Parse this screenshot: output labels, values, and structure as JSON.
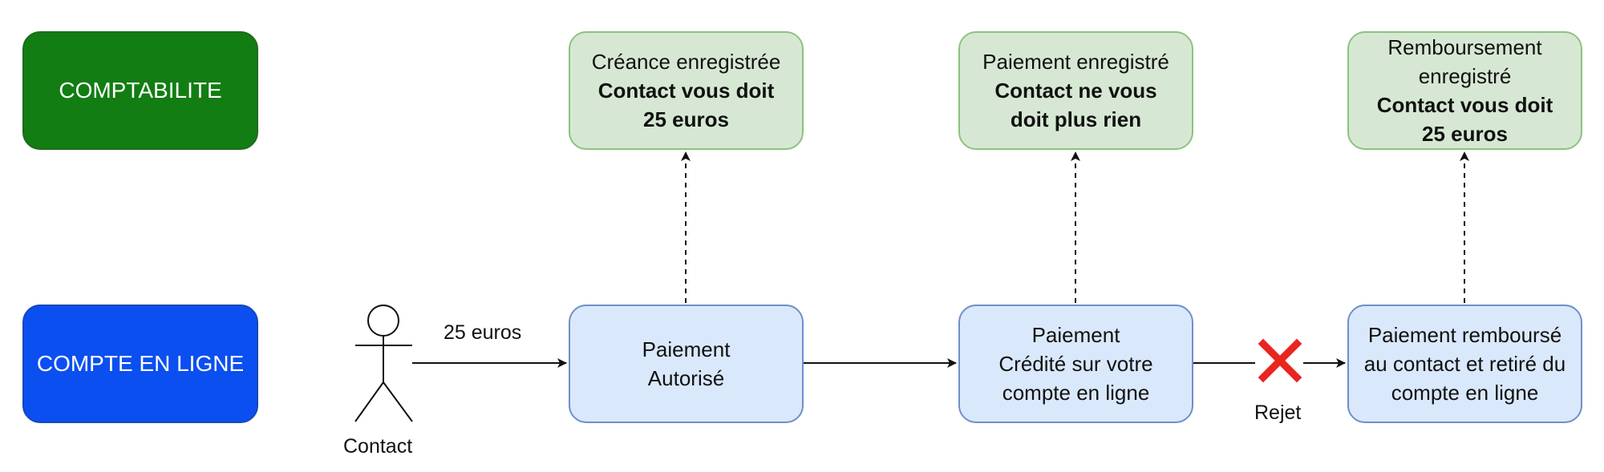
{
  "lanes": {
    "comptabilite": "COMPTABILITE",
    "compte_en_ligne": "COMPTE EN LIGNE"
  },
  "accounting": [
    {
      "line1": "Créance enregistrée",
      "bold1": "Contact vous doit",
      "bold2": "25 euros"
    },
    {
      "line1": "Paiement enregistré",
      "bold1": "Contact ne vous",
      "bold2": "doit plus rien"
    },
    {
      "line1": "Remboursement",
      "line2": "enregistré",
      "bold1": "Contact vous doit",
      "bold2": "25 euros"
    }
  ],
  "online": [
    {
      "line1": "Paiement",
      "line2": "Autorisé"
    },
    {
      "line1": "Paiement",
      "line2": "Crédité sur votre",
      "line3": "compte en ligne"
    },
    {
      "line1": "Paiement remboursé",
      "line2": "au contact et retiré du",
      "line3": "compte en ligne"
    }
  ],
  "actor": {
    "label": "Contact"
  },
  "edges": {
    "amount_label": "25 euros",
    "reject_label": "Rejet"
  },
  "colors": {
    "lane_comptabilite": "#127d12",
    "lane_compte_en_ligne": "#0b4ff0",
    "accounting_fill": "#d6e8d3",
    "online_fill": "#dae8fb",
    "reject_cross": "#e8251f"
  }
}
